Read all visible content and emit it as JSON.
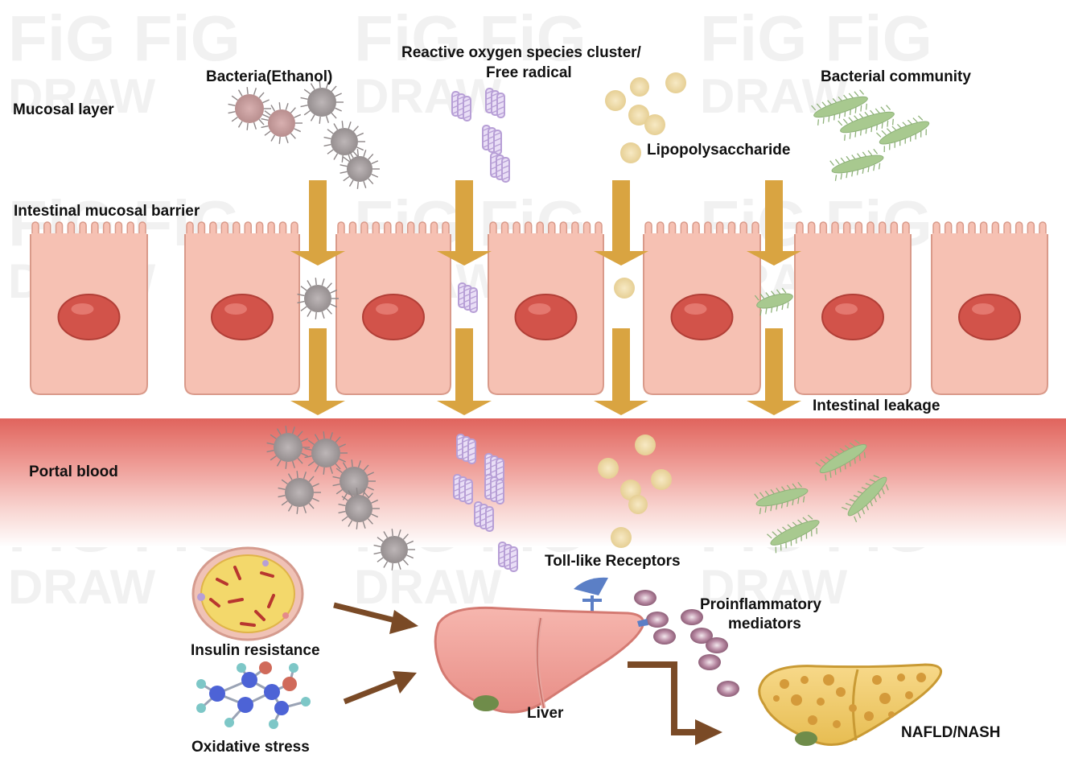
{
  "labels": {
    "mucosal_layer": "Mucosal layer",
    "bacteria_ethanol": "Bacteria(Ethanol)",
    "ros_line1": "Reactive oxygen species cluster/",
    "ros_line2": "Free radical",
    "bacterial_community": "Bacterial community",
    "lipopolysaccharide": "Lipopolysaccharide",
    "intestinal_barrier": "Intestinal mucosal barrier",
    "intestinal_leakage": "Intestinal leakage",
    "portal_blood": "Portal blood",
    "toll_like": "Toll-like Receptors",
    "proinflam_line1": "Proinflammatory",
    "proinflam_line2": "mediators",
    "insulin_resistance": "Insulin resistance",
    "oxidative_stress": "Oxidative stress",
    "liver": "Liver",
    "nafld": "NAFLD/NASH"
  },
  "watermark": {
    "line1": "FiG",
    "line2": "DRAW"
  },
  "colors": {
    "cell_fill": "#f6c1b3",
    "cell_stroke": "#d99a8a",
    "nucleus": "#d2534a",
    "arrow": "#d9a441",
    "blood": "#e0645d",
    "bacteria_gray": "#a39c9d",
    "bacteria_green": "#a8c98f",
    "lps": "#ecd8a4",
    "ros": "#b79fd6",
    "mediator": "#9b7088",
    "liver": "#ef9a92",
    "fatty_liver": "#f1cc6a",
    "brown_arrow": "#7a4a26"
  }
}
